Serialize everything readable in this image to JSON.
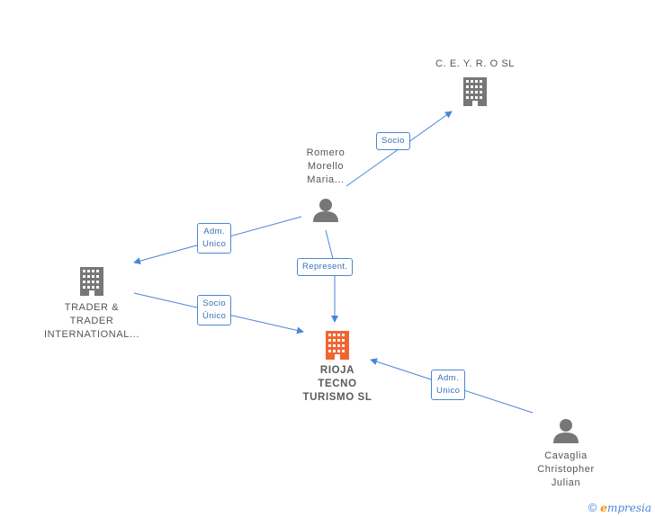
{
  "nodes": {
    "ceyro": {
      "label": "C. E. Y. R. O SL",
      "kind": "company"
    },
    "romero": {
      "label_lines": [
        "Romero",
        "Morello",
        "Maria..."
      ],
      "kind": "person"
    },
    "trader": {
      "label_lines": [
        "TRADER &",
        "TRADER",
        "INTERNATIONAL..."
      ],
      "kind": "company"
    },
    "rioja": {
      "label_lines": [
        "RIOJA",
        "TECNO",
        "TURISMO SL"
      ],
      "kind": "company-main"
    },
    "cavaglia": {
      "label_lines": [
        "Cavaglia",
        "Christopher",
        "Julian"
      ],
      "kind": "person"
    }
  },
  "edges": {
    "socio": {
      "label": "Socio"
    },
    "adm_unico_trader": {
      "label_lines": [
        "Adm.",
        "Unico"
      ]
    },
    "represent": {
      "label": "Represent."
    },
    "socio_unico": {
      "label_lines": [
        "Socio",
        "Único"
      ]
    },
    "adm_unico_cavaglia": {
      "label_lines": [
        "Adm.",
        "Unico"
      ]
    }
  },
  "footer": {
    "copyright": "©",
    "brand_initial": "e",
    "brand_rest": "mpresia"
  },
  "colors": {
    "edge": "#4a86d8",
    "company_icon": "#777777",
    "main_icon": "#f26430",
    "person_icon": "#777777"
  }
}
